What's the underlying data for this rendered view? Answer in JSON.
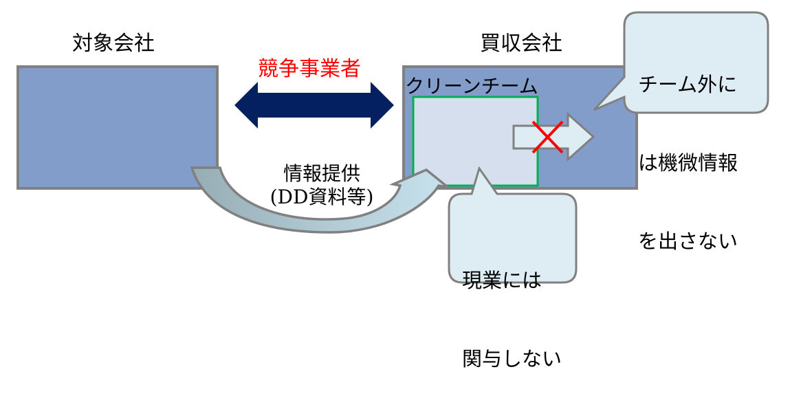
{
  "diagram": {
    "target_company": {
      "label": "対象会社"
    },
    "acquiring_company": {
      "label": "買収会社"
    },
    "relationship": {
      "label": "競争事業者"
    },
    "clean_team": {
      "label": "クリーンチーム"
    },
    "info_flow": {
      "line1": "情報提供",
      "line2": "(DD資料等)"
    },
    "callout_outside": {
      "lines": [
        "チーム外に",
        "は機微情報",
        "を出さない"
      ]
    },
    "callout_business": {
      "lines": [
        "現業には",
        "関与しない"
      ]
    },
    "blocked_flow": {
      "blocked": true
    }
  },
  "colors": {
    "company_fill": "#839dcb",
    "border_gray": "#808080",
    "double_arrow": "#042060",
    "competitor_text": "#ff0000",
    "clean_team_fill": "#d6dfed",
    "clean_team_border": "#00b050",
    "callout_fill": "#deedf4",
    "cross": "#ff0000",
    "flow_arrow_left": "#9bb2bb",
    "flow_arrow_right": "#c5e0ea"
  }
}
